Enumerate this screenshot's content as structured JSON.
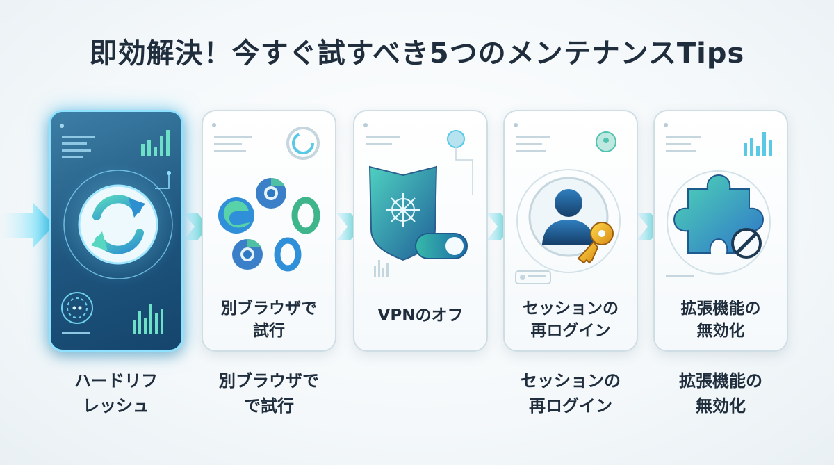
{
  "title": "即効解決！今すぐ試すべき5つのメンテナンスTips",
  "cards": [
    {
      "label": "",
      "caption": "ハードリフ\nレッシュ",
      "icon": "refresh-icon",
      "active": true
    },
    {
      "label": "別ブラウザで\n試行",
      "caption": "別ブラウザで\nで試行",
      "icon": "browsers-icon"
    },
    {
      "label": "VPNのオフ",
      "caption": "",
      "icon": "vpn-shield-icon"
    },
    {
      "label": "セッションの\n再ログイン",
      "caption": "セッションの\n再ログイン",
      "icon": "user-key-icon"
    },
    {
      "label": "拡張機能の\n無効化",
      "caption": "拡張機能の\n無効化",
      "icon": "puzzle-icon"
    }
  ],
  "colors": {
    "accent": "#3fc6e8",
    "teal": "#2fbfa6",
    "dark_blue": "#1e557e",
    "text": "#1f2d3d"
  }
}
